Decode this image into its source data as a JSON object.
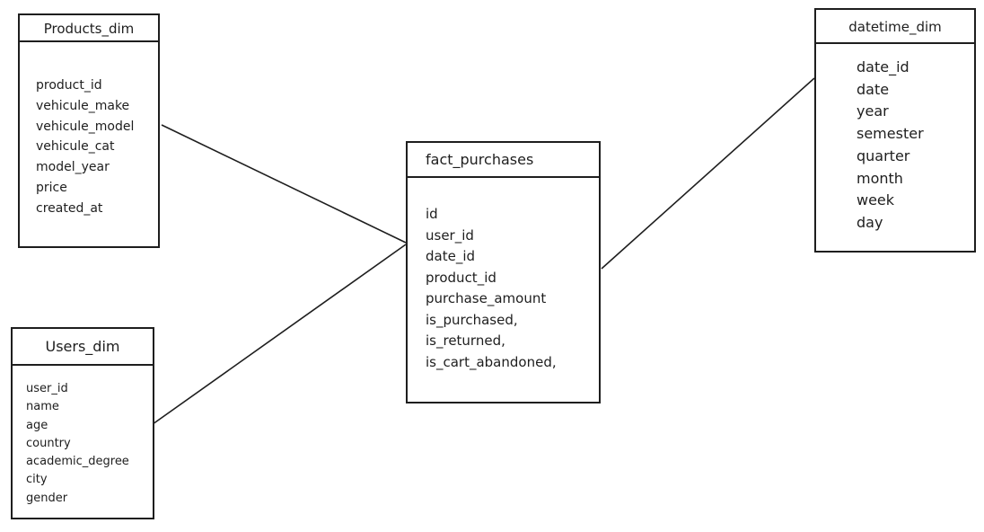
{
  "diagram": {
    "type": "star_schema",
    "tables": {
      "products": {
        "name": "Products_dim",
        "fields": [
          "product_id",
          "vehicule_make",
          "vehicule_model",
          "vehicule_cat",
          "model_year",
          "price",
          "created_at"
        ]
      },
      "users": {
        "name": "Users_dim",
        "fields": [
          "user_id",
          "name",
          "age",
          "country",
          "academic_degree",
          "city",
          "gender"
        ]
      },
      "fact": {
        "name": "fact_purchases",
        "fields": [
          "id",
          "user_id",
          "date_id",
          "product_id",
          "purchase_amount",
          "is_purchased,",
          "is_returned,",
          "is_cart_abandoned,"
        ]
      },
      "datetime": {
        "name": "datetime_dim",
        "fields": [
          "date_id",
          "date",
          "year",
          "semester",
          "quarter",
          "month",
          "week",
          "day"
        ]
      }
    },
    "relationships": [
      {
        "from": "Products_dim",
        "to": "fact_purchases"
      },
      {
        "from": "Users_dim",
        "to": "fact_purchases"
      },
      {
        "from": "fact_purchases",
        "to": "datetime_dim"
      }
    ],
    "colors": {
      "stroke": "#1e1e1e",
      "background": "#ffffff"
    }
  }
}
